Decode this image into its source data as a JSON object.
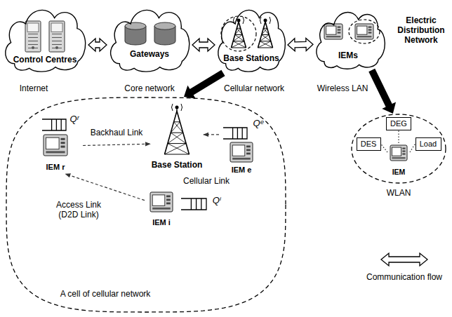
{
  "diagram": {
    "nodes": [
      {
        "text": [
          "Control Centres",
          "Internet"
        ]
      },
      {
        "text": [
          "Gateways",
          "Core network"
        ]
      },
      {
        "text": [
          "Base Stations",
          "Cellular network"
        ]
      },
      {
        "text": [
          "IEMs",
          "Wireless LAN"
        ]
      },
      {
        "text": [
          "A cell of cellular network"
        ]
      },
      {
        "text": [
          "Base Station"
        ],
        "in": 4
      },
      {
        "text": [
          "IEM r",
          "Qʳ"
        ],
        "in": 4
      },
      {
        "text": [
          "IEM e",
          "Qᵉ"
        ],
        "in": 4
      },
      {
        "text": [
          "IEM i",
          "Qⁱ"
        ],
        "in": 4
      },
      {
        "text": [
          "WLAN"
        ]
      },
      {
        "text": [
          "DEG"
        ],
        "in": 9
      },
      {
        "text": [
          "DES"
        ],
        "in": 9
      },
      {
        "text": [
          "Load"
        ],
        "in": 9
      },
      {
        "text": [
          "IEM"
        ],
        "in": 9
      }
    ],
    "edges": [
      {
        "from": 0,
        "to": 1,
        "arrow": "both"
      },
      {
        "from": 1,
        "to": 2,
        "arrow": "both"
      },
      {
        "from": 2,
        "to": 3,
        "arrow": "both"
      },
      {
        "from": 2,
        "to": 4,
        "arrow": "to"
      },
      {
        "from": 3,
        "to": 9,
        "arrow": "to"
      },
      {
        "from": 6,
        "to": 5,
        "label": "Backhaul Link",
        "arrow": "to"
      },
      {
        "from": 7,
        "to": 5,
        "label": "Cellular Link",
        "arrow": "to"
      },
      {
        "from": 8,
        "to": 6,
        "label": "Access Link (D2D Link)",
        "arrow": "to"
      },
      {
        "from": 13,
        "to": 10,
        "arrow": "none"
      },
      {
        "from": 13,
        "to": 11,
        "arrow": "none"
      },
      {
        "from": 13,
        "to": 12,
        "arrow": "none"
      }
    ],
    "labels": [
      "Electric Distribution Network"
    ],
    "legend": [
      {
        "text": "Communication flow"
      }
    ]
  }
}
